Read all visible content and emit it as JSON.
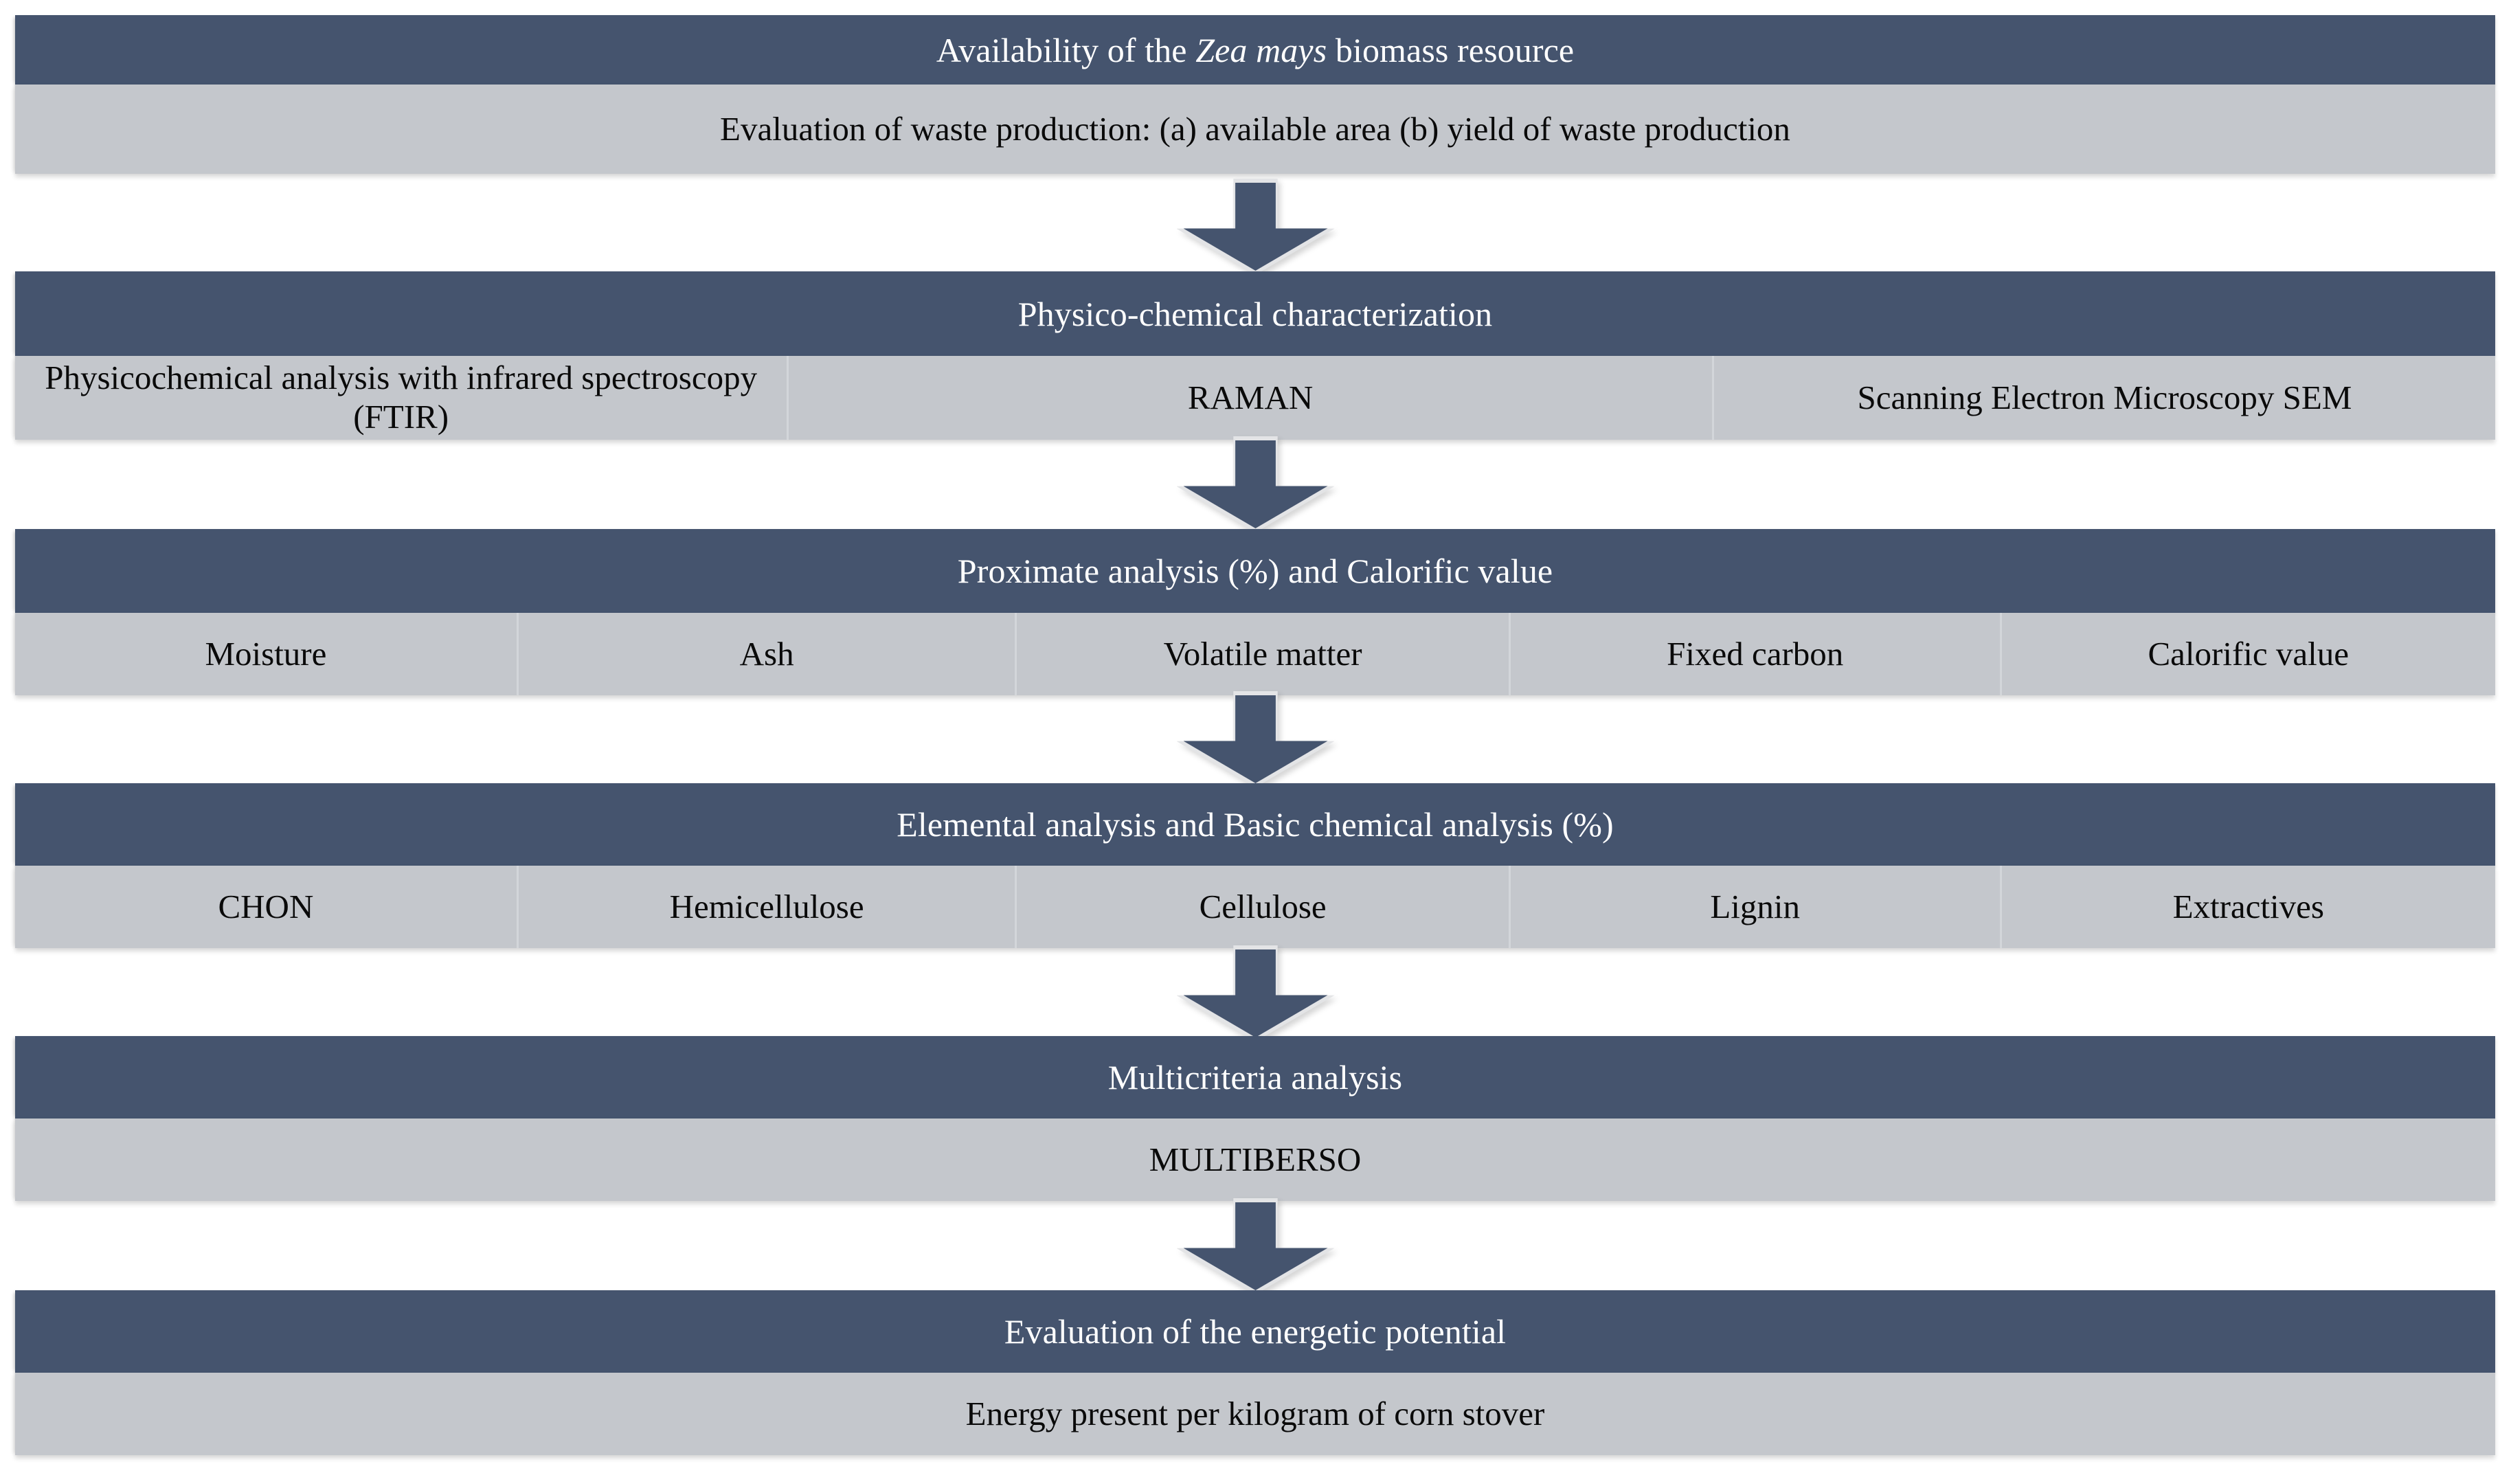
{
  "diagram": {
    "title": "Zea mays biomass energetic potential methodology flowchart",
    "colors": {
      "header_fill": "#45546E",
      "header_text": "#FFFFFF",
      "subrow_fill": "#C4C7CC",
      "subrow_text": "#0A0A0A",
      "divider": "#D3D6DA",
      "arrow_fill": "#45546E",
      "arrow_shadow": "#E3E4E6",
      "page_background": "#FFFFFF"
    },
    "arrow_glyph": "down-arrow",
    "stages": [
      {
        "id": "availability",
        "header_pre": "Availability of the ",
        "header_italic": "Zea mays",
        "header_post": " biomass resource",
        "header_plain": "Availability of the Zea mays biomass resource",
        "subcells": [
          "Evaluation of waste production: (a) available area (b) yield of waste production"
        ]
      },
      {
        "id": "physico-chemical-characterization",
        "header_plain": "Physico-chemical characterization",
        "subcells": [
          "Physicochemical analysis with infrared spectroscopy (FTIR)",
          "RAMAN",
          "Scanning Electron Microscopy SEM"
        ]
      },
      {
        "id": "proximate-analysis",
        "header_plain": "Proximate analysis (%) and Calorific value",
        "subcells": [
          "Moisture",
          "Ash",
          "Volatile matter",
          "Fixed carbon",
          "Calorific value"
        ]
      },
      {
        "id": "elemental-analysis",
        "header_plain": "Elemental analysis and Basic chemical analysis (%)",
        "subcells": [
          "CHON",
          "Hemicellulose",
          "Cellulose",
          "Lignin",
          "Extractives"
        ]
      },
      {
        "id": "multicriteria-analysis",
        "header_plain": "Multicriteria analysis",
        "subcells": [
          "MULTIBERSO"
        ]
      },
      {
        "id": "energetic-potential",
        "header_plain": "Evaluation of the energetic potential",
        "subcells": [
          "Energy present per kilogram of corn stover"
        ]
      }
    ]
  }
}
